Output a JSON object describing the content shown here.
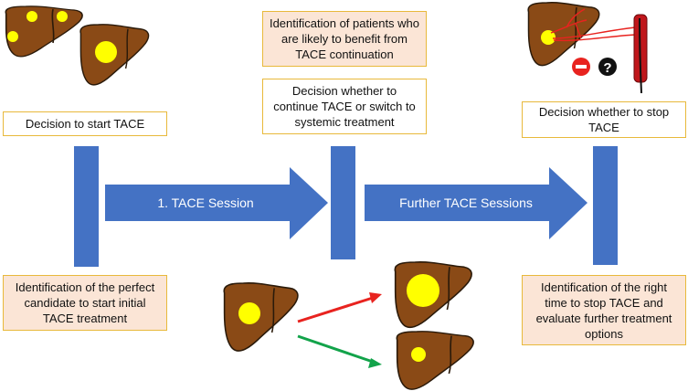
{
  "colors": {
    "accent_blue": "#4472c4",
    "box_border": "#e8b93b",
    "box_fill_peach": "#fbe5d6",
    "liver_fill": "#8a4a16",
    "liver_stroke": "#2a1a0a",
    "tumor_yellow": "#ffff00",
    "arrow_red": "#e8231f",
    "arrow_green": "#12a34a",
    "catheter_red": "#c0161b"
  },
  "boxes": {
    "start_decision": "Decision to start TACE",
    "start_identification": "Identification of the perfect candidate to start initial TACE treatment",
    "continue_identification": "Identification of patients who are likely to benefit from TACE continuation",
    "continue_decision": "Decision whether to continue TACE or switch to systemic treatment",
    "stop_decision": "Decision whether to stop TACE",
    "stop_identification": "Identification of the right time to stop TACE and evaluate further treatment options"
  },
  "arrows": {
    "first_session": "1. TACE Session",
    "further_sessions": "Further TACE Sessions"
  },
  "icons": {
    "stop_sign": "no-entry-icon",
    "question": "question-mark-icon"
  },
  "question_glyph": "?"
}
